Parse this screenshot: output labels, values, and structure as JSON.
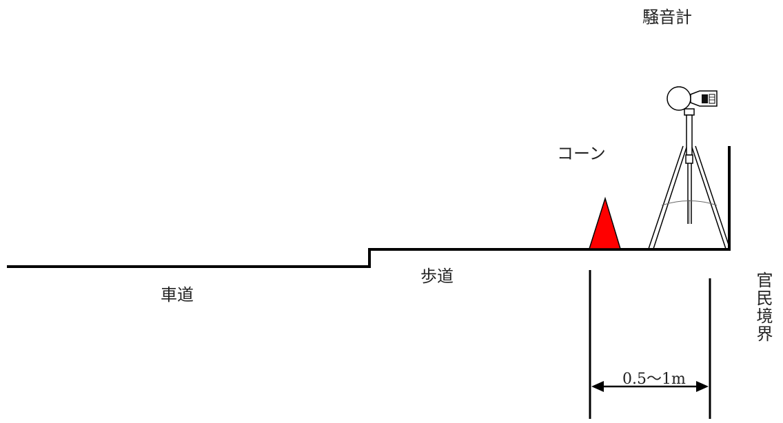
{
  "labels": {
    "sound_level_meter": "騒音計",
    "cone": "コーン",
    "roadway": "車道",
    "sidewalk": "歩道",
    "boundary": "官民境界",
    "distance": "0.5～1m"
  },
  "colors": {
    "cone": "#ff0000",
    "line": "#000000"
  }
}
